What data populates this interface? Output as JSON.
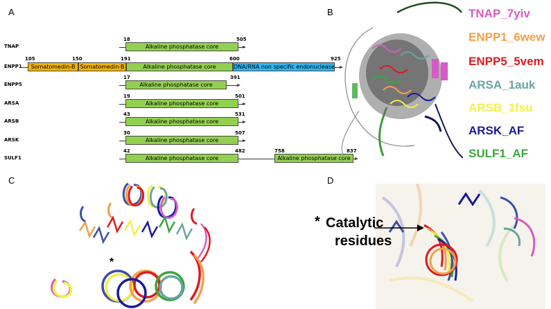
{
  "panels": {
    "a": "A",
    "b": "B",
    "c": "C",
    "d": "D"
  },
  "proteins": {
    "tnap": "TNAP",
    "enpp1": "ENPP1",
    "enpp5": "ENPP5",
    "arsa": "ARSA",
    "arsb": "ARSB",
    "arsk": "ARSK",
    "sulf1": "SULF1"
  },
  "domains": {
    "core": "Alkaline phosphatase core",
    "somatomedin": "Somatomedin-B",
    "endonuclease": "DNA/RNA non specific endonuclease"
  },
  "numbers": {
    "tnap_start": "18",
    "tnap_end": "505",
    "enpp1_a": "105",
    "enpp1_b": "150",
    "enpp1_c": "191",
    "enpp1_d": "600",
    "enpp1_e": "925",
    "enpp5_start": "17",
    "enpp5_end": "391",
    "arsa_start": "19",
    "arsa_end": "501",
    "arsb_start": "43",
    "arsb_end": "531",
    "arsk_start": "30",
    "arsk_end": "507",
    "sulf1_a": "42",
    "sulf1_b": "482",
    "sulf1_c": "758",
    "sulf1_d": "837"
  },
  "legend": [
    {
      "label": "TNAP_7yiv",
      "color": "#d65bc4"
    },
    {
      "label": "ENPP1_6wew",
      "color": "#f0a04b"
    },
    {
      "label": "ENPP5_5vem",
      "color": "#e0191e"
    },
    {
      "label": "ARSA_1auk",
      "color": "#6aa3a3"
    },
    {
      "label": "ARSB_1fsu",
      "color": "#f3ef4a"
    },
    {
      "label": "ARSK_AF",
      "color": "#1a1a9a"
    },
    {
      "label": "SULF1_AF",
      "color": "#3aa63a"
    }
  ],
  "annotations": {
    "asterisk_c": "*",
    "asterisk_d": "*",
    "catalytic_line1": "Catalytic",
    "catalytic_line2": "residues"
  }
}
